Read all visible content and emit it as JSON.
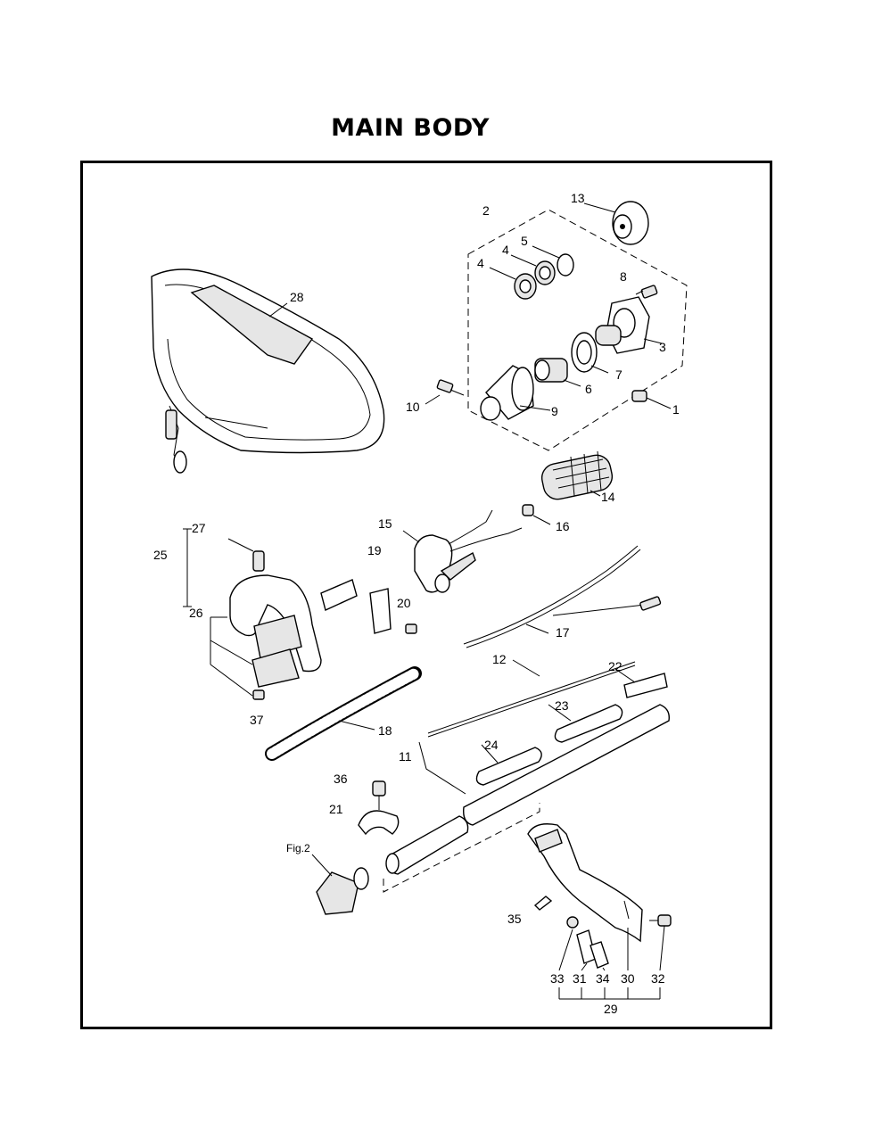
{
  "title": "MAIN BODY",
  "fig_label": "Fig.2",
  "callouts": {
    "c1": "1",
    "c2": "2",
    "c3": "3",
    "c4a": "4",
    "c4b": "4",
    "c5": "5",
    "c6": "6",
    "c7": "7",
    "c8": "8",
    "c9": "9",
    "c10": "10",
    "c11": "11",
    "c12": "12",
    "c13": "13",
    "c14": "14",
    "c15": "15",
    "c16": "16",
    "c17": "17",
    "c18": "18",
    "c19": "19",
    "c20": "20",
    "c21": "21",
    "c22": "22",
    "c23": "23",
    "c24": "24",
    "c25": "25",
    "c26": "26",
    "c27": "27",
    "c28": "28",
    "c29": "29",
    "c30": "30",
    "c31": "31",
    "c32": "32",
    "c33": "33",
    "c34": "34",
    "c35": "35",
    "c36": "36",
    "c37": "37"
  }
}
